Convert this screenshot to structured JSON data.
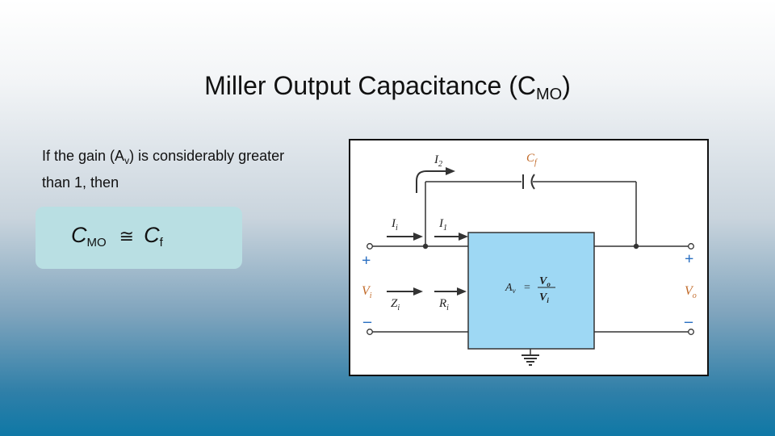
{
  "slide": {
    "title_main": "Miller Output Capacitance (C",
    "title_sub": "MO",
    "title_end": ")"
  },
  "intro": {
    "text_before": "If the gain (A",
    "text_sub": "v",
    "text_after": ") is considerably greater than 1, then"
  },
  "formula": {
    "lhs": "C",
    "lhs_sub": "MO",
    "operator": "≅",
    "rhs": "C",
    "rhs_sub": "f"
  },
  "circuit": {
    "I2": "I",
    "I2_sub": "2",
    "Cf": "C",
    "Cf_sub": "f",
    "Ii": "I",
    "Ii_sub": "i",
    "I1": "I",
    "I1_sub": "1",
    "Vi": "V",
    "Vi_sub": "i",
    "Vo": "V",
    "Vo_sub": "o",
    "Zi": "Z",
    "Zi_sub": "i",
    "Ri": "R",
    "Ri_sub": "i",
    "gain_lhs": "A",
    "gain_lhs_sub": "v",
    "gain_eq": "=",
    "gain_num": "V",
    "gain_num_sub": "o",
    "gain_den": "V",
    "gain_den_sub": "i",
    "plus": "+",
    "minus": "–",
    "colors": {
      "label_accent": "#c26b2a",
      "terminal_sign": "#2a6fc2",
      "amplifier_fill": "#9ed8f4"
    }
  }
}
